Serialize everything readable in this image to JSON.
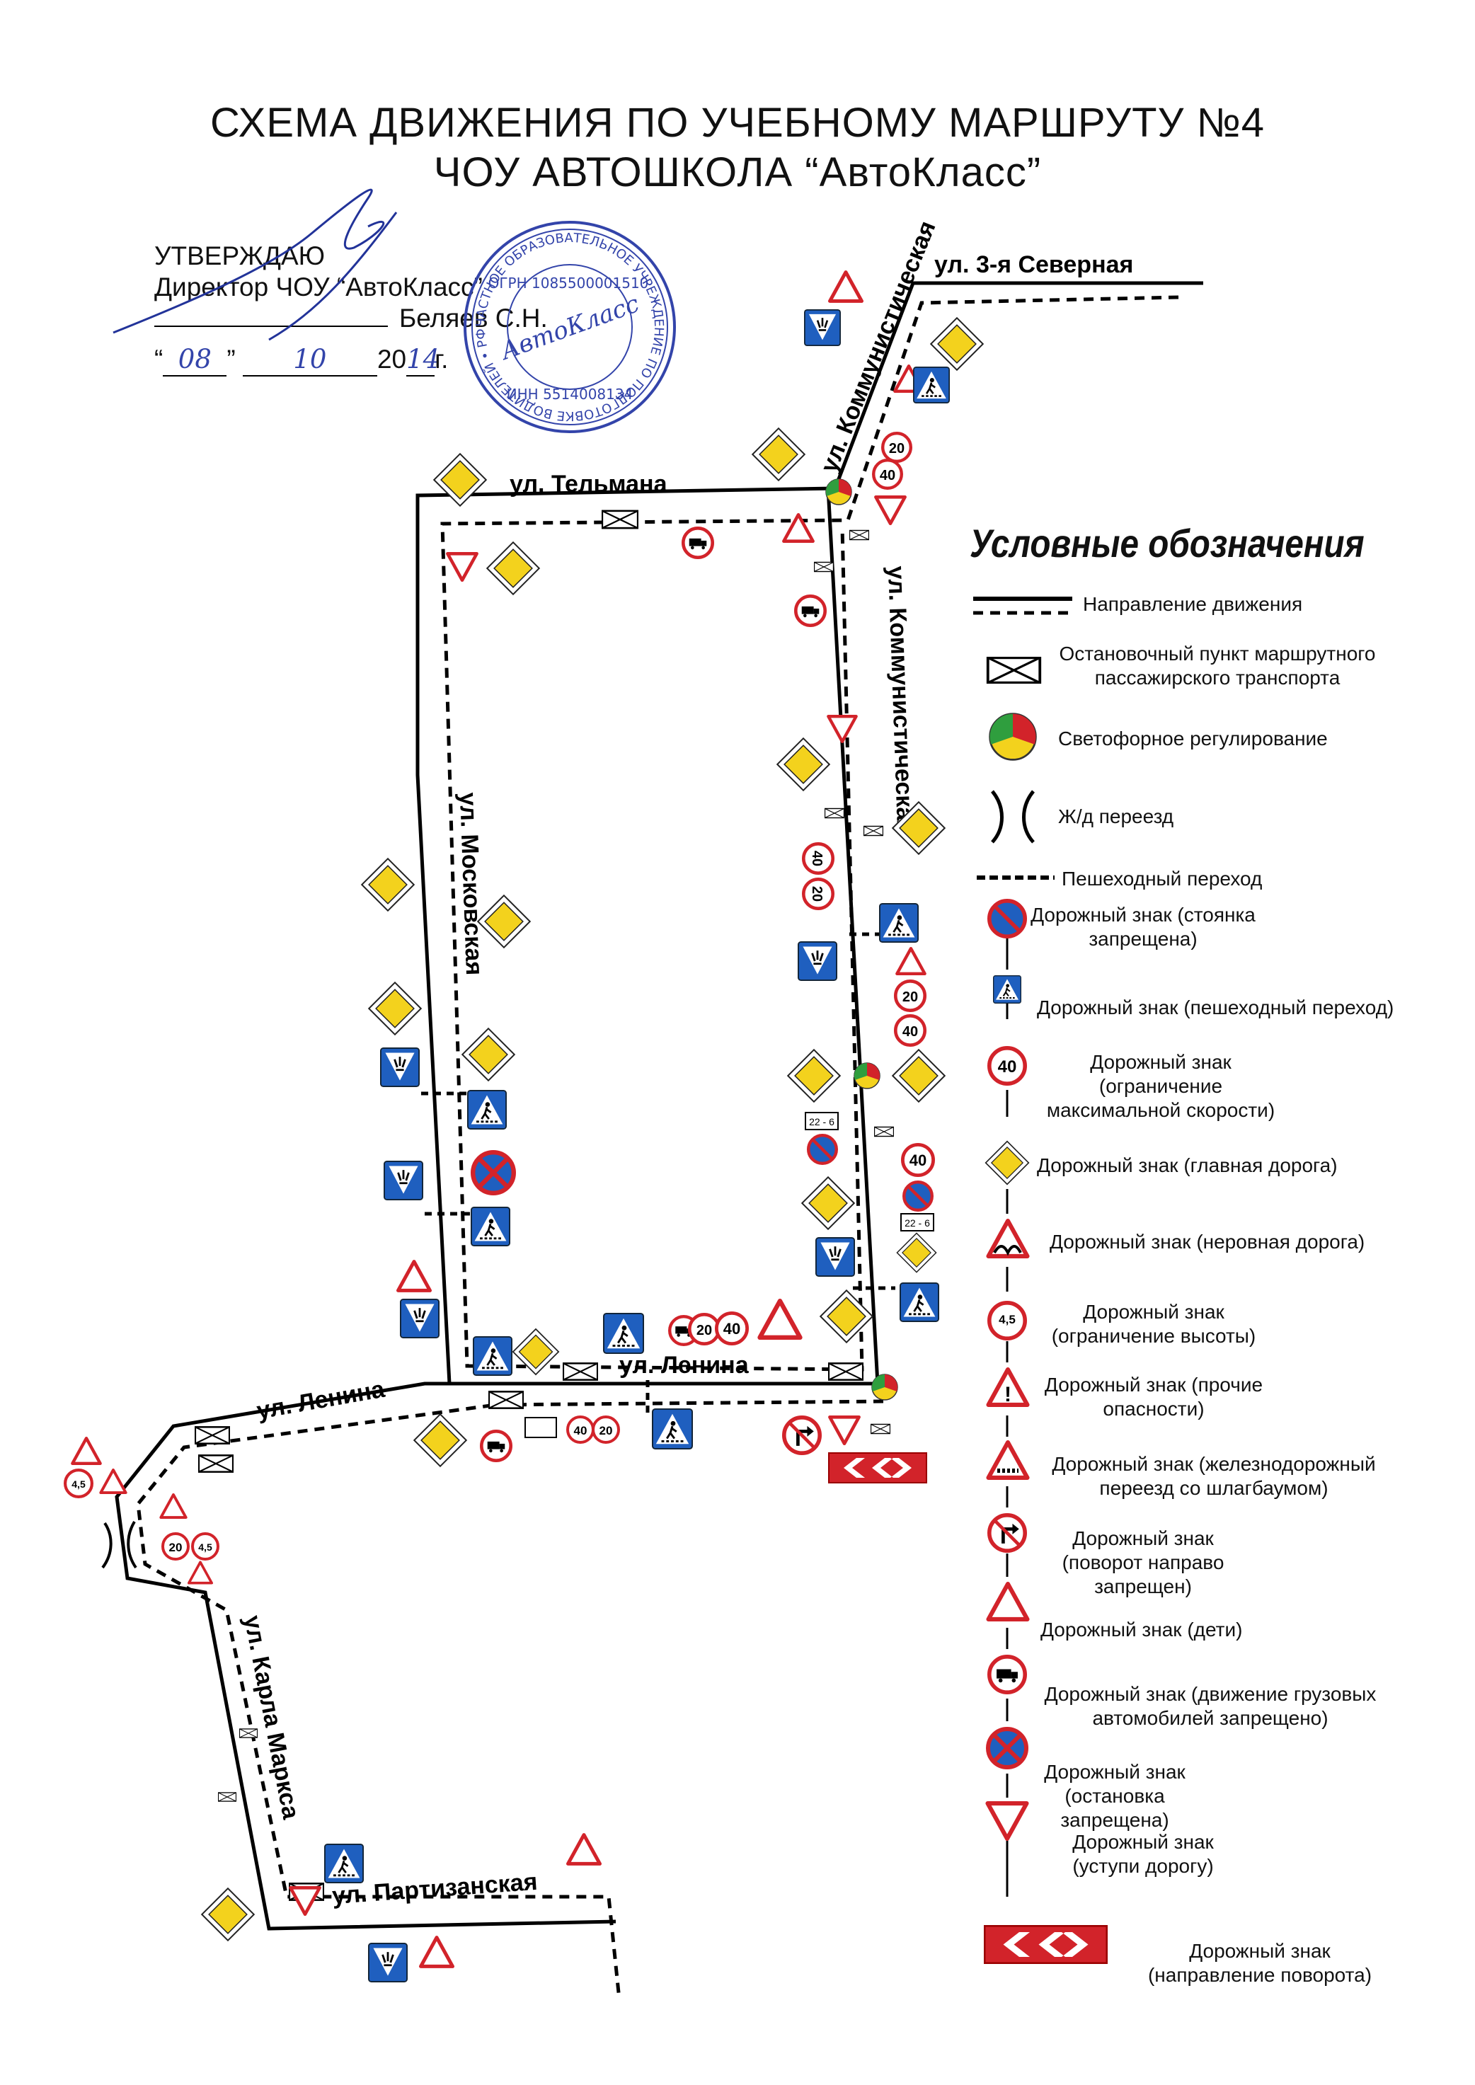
{
  "title": {
    "line1": "СХЕМА ДВИЖЕНИЯ ПО УЧЕБНОМУ МАРШРУТУ №4",
    "line2": "ЧОУ АВТОШКОЛА “АвтоКласс”"
  },
  "approval": {
    "line1": "УТВЕРЖДАЮ",
    "line2": "Директор ЧОУ “АвтоКласс”",
    "name": "Беляев С.Н.",
    "date_day": "08",
    "date_month": "10",
    "date_year_prefix": "20",
    "date_year_suffix": "14",
    "date_suffix": "г."
  },
  "stamp": {
    "center_text": "АвтоКласс",
    "ring_text": "ЧАСТНОЕ ОБРАЗОВАТЕЛЬНОЕ УЧРЕЖДЕНИЕ ПО ПОДГОТОВКЕ ВОДИТЕЛЕЙ • РФ ОМСКАЯ ОБЛ •",
    "ogrn": "ОГРН 1085500001510",
    "inn": "ИНН 5514008134"
  },
  "streets": {
    "severnaya": "ул. 3-я Северная",
    "kommun_top": "ул. Коммунистическая",
    "telmana": "ул. Тельмана",
    "kommun_right": "ул. Коммунистическая",
    "moskovskaya": "ул. Московская",
    "lenina_mid": "ул. Ленина",
    "lenina_left": "ул. Ленина",
    "karla_marksa": "ул. Карла Маркса",
    "partizanskaya": "ул. Партизанская"
  },
  "map_sign_text": {
    "s20": "20",
    "s40": "40",
    "plate": "22 - 6",
    "height": "4,5"
  },
  "legend": {
    "title": "Условные обозначения",
    "items": [
      {
        "icon": "route-direction-line-icon",
        "label": "Направление движения"
      },
      {
        "icon": "bus-stop-icon",
        "label": "Остановочный пункт маршрутного пассажирского транспорта"
      },
      {
        "icon": "traffic-light-icon",
        "label": "Светофорное регулирование"
      },
      {
        "icon": "railway-crossing-icon",
        "label": "Ж/д переезд"
      },
      {
        "icon": "pedestrian-crossing-line-icon",
        "label": "Пешеходный переход"
      },
      {
        "icon": "no-parking-sign-icon",
        "label": "Дорожный знак (стоянка запрещена)"
      },
      {
        "icon": "pedestrian-crossing-sign-icon",
        "label": "Дорожный знак (пешеходный переход)"
      },
      {
        "icon": "speed-limit-sign-icon",
        "label": "Дорожный знак (ограничение максимальной скорости)",
        "value": "40"
      },
      {
        "icon": "main-road-sign-icon",
        "label": "Дорожный знак (главная дорога)"
      },
      {
        "icon": "rough-road-sign-icon",
        "label": "Дорожный знак (неровная дорога)"
      },
      {
        "icon": "height-limit-sign-icon",
        "label": "Дорожный знак (ограничение высоты)",
        "value": "4,5"
      },
      {
        "icon": "other-danger-sign-icon",
        "label": "Дорожный знак (прочие опасности)"
      },
      {
        "icon": "railway-barrier-sign-icon",
        "label": "Дорожный знак (железнодорожный переезд со шлагбаумом)"
      },
      {
        "icon": "no-right-turn-sign-icon",
        "label": "Дорожный знак (поворот направо запрещен)"
      },
      {
        "icon": "children-sign-icon",
        "label": "Дорожный знак (дети)"
      },
      {
        "icon": "no-trucks-sign-icon",
        "label": "Дорожный знак (движение грузовых автомобилей запрещено)"
      },
      {
        "icon": "no-stopping-sign-icon",
        "label": "Дорожный знак (остановка запрещена)"
      },
      {
        "icon": "give-way-sign-icon",
        "label": "Дорожный знак (уступи дорогу)"
      },
      {
        "icon": "turn-direction-sign-icon",
        "label": "Дорожный знак (направление поворота)"
      }
    ]
  },
  "colors": {
    "sign_red": "#d2232a",
    "sign_blue": "#1f5fbf",
    "sign_yellow": "#f3d21d",
    "stamp_blue": "#3344aa",
    "light_green": "#2f9e3e"
  }
}
